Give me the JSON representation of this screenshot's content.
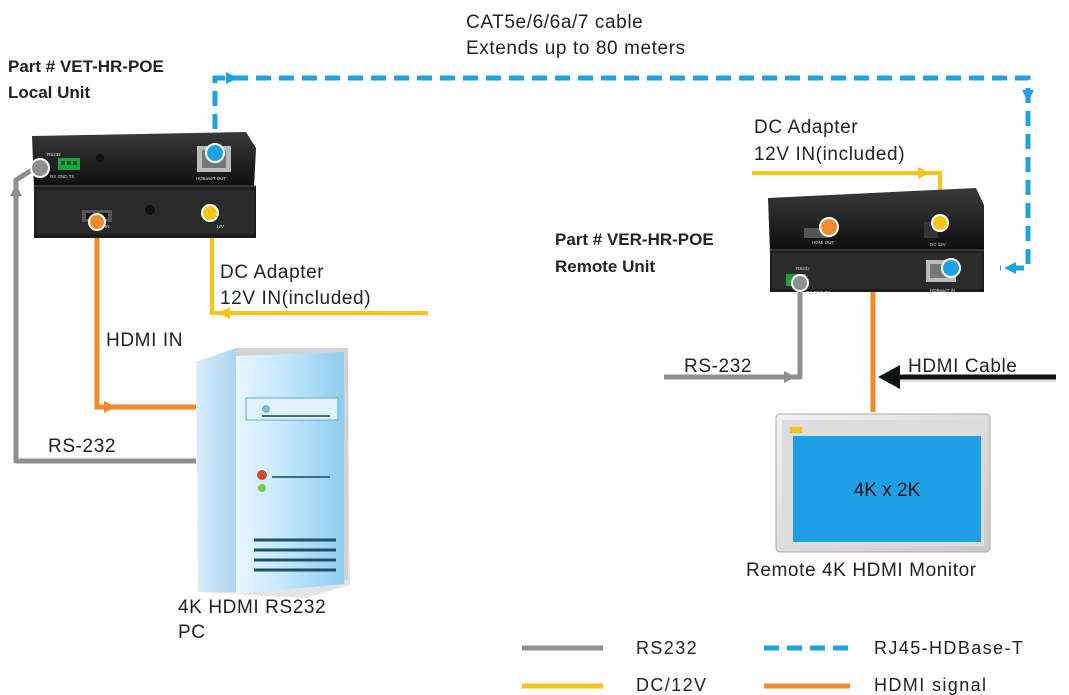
{
  "colors": {
    "rs232": "#8f8f8f",
    "rj45": "#1ea3e0",
    "dc": "#f5c518",
    "hdmi": "#f08a2c",
    "hdmi_cable_arrow": "#111111",
    "monitor_screen": "#1ea0e6"
  },
  "cable": {
    "line1": "CAT5e/6/6a/7 cable",
    "line2": "Extends up to 80 meters"
  },
  "local_unit": {
    "part_line": "Part # VET-HR-POE",
    "name": "Local Unit",
    "port_rs232": "RS232",
    "port_pins": "RX GND TX",
    "port_out": "HDBaseT OUT",
    "port_hdmi": "IN",
    "port_dc": "12V"
  },
  "remote_unit": {
    "part_line": "Part # VER-HR-POE",
    "name": "Remote Unit",
    "port_hdmi": "HDMI OUT",
    "port_dc": "DC 12V",
    "port_rs232": "RS232",
    "port_pins": "RX GND TX",
    "port_in": "HDBaseT IN"
  },
  "labels": {
    "dc_local_1": "DC Adapter",
    "dc_local_2": "12V IN(included)",
    "dc_remote_1": "DC Adapter",
    "dc_remote_2": "12V IN(included)",
    "hdmi_in": "HDMI IN",
    "rs232_left": "RS-232",
    "rs232_right": "RS-232",
    "hdmi_cable": "HDMI Cable",
    "pc_1": "4K HDMI RS232",
    "pc_2": "PC",
    "monitor_screen": "4K x 2K",
    "monitor": "Remote 4K HDMI Monitor"
  },
  "legend": {
    "rs232": "RS232",
    "rj45": "RJ45-HDBase-T",
    "dc": "DC/12V",
    "hdmi": "HDMI signal"
  }
}
